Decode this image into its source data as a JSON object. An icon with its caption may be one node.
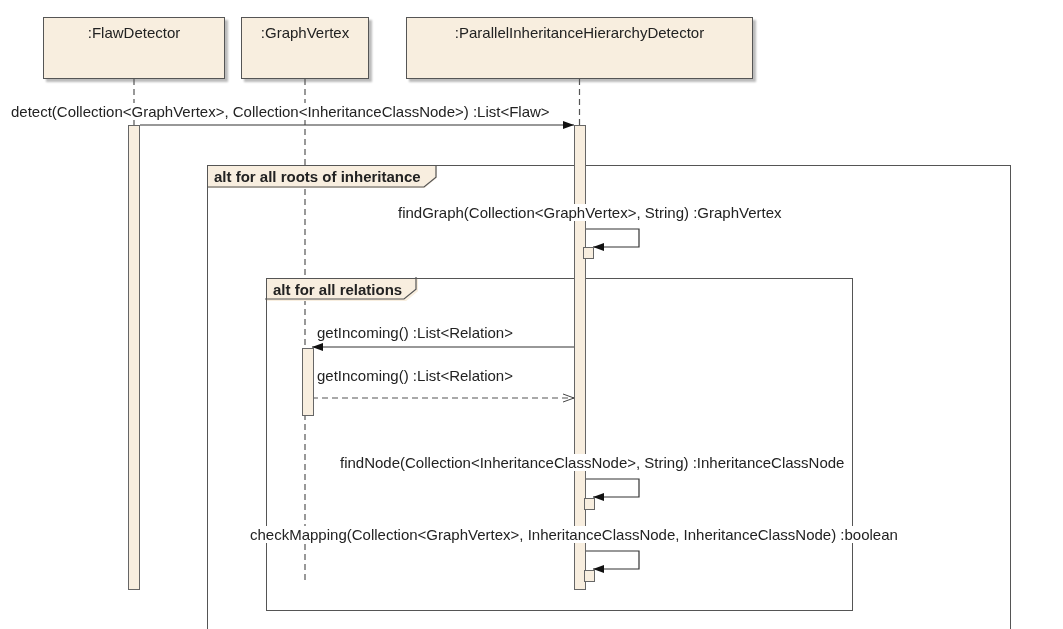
{
  "diagram": {
    "nodes": [
      {
        "text": [
          ":FlawDetector"
        ]
      },
      {
        "text": [
          ":GraphVertex"
        ]
      },
      {
        "text": [
          ":ParallelInheritanceHierarchyDetector"
        ]
      },
      {
        "text": [],
        "shape": "bar"
      },
      {
        "text": [],
        "shape": "bar"
      },
      {
        "text": [
          "alt for all roots of inheritance"
        ]
      },
      {
        "text": [],
        "shape": "bar",
        "in": 5
      },
      {
        "text": [
          "alt for all relations"
        ],
        "in": 5
      },
      {
        "text": [],
        "shape": "bar",
        "in": 7
      },
      {
        "text": [],
        "shape": "bar",
        "in": 7
      },
      {
        "text": [],
        "shape": "bar",
        "in": 7
      }
    ],
    "edges": [
      {
        "from": 0,
        "to": 3,
        "arrow": "none",
        "style": "dashed"
      },
      {
        "from": 1,
        "to": 8,
        "arrow": "none",
        "style": "dashed"
      },
      {
        "from": 2,
        "to": 4,
        "arrow": "none",
        "style": "dashed"
      },
      {
        "from": 3,
        "to": 4,
        "arrow": "to",
        "label": "detect(Collection<GraphVertex>, Collection<InheritanceClassNode>) :List<Flaw>"
      },
      {
        "from": 4,
        "to": 6,
        "arrow": "to",
        "label": "findGraph(Collection<GraphVertex>, String) :GraphVertex"
      },
      {
        "from": 4,
        "to": 8,
        "arrow": "to",
        "label": "getIncoming() :List<Relation>"
      },
      {
        "from": 8,
        "to": 4,
        "arrow": "to",
        "style": "dashed",
        "label": "getIncoming() :List<Relation>"
      },
      {
        "from": 4,
        "to": 9,
        "arrow": "to",
        "label": "findNode(Collection<InheritanceClassNode>, String) :InheritanceClassNode"
      },
      {
        "from": 4,
        "to": 10,
        "arrow": "to",
        "label": "checkMapping(Collection<GraphVertex>, InheritanceClassNode, InheritanceClassNode) :boolean"
      }
    ]
  }
}
